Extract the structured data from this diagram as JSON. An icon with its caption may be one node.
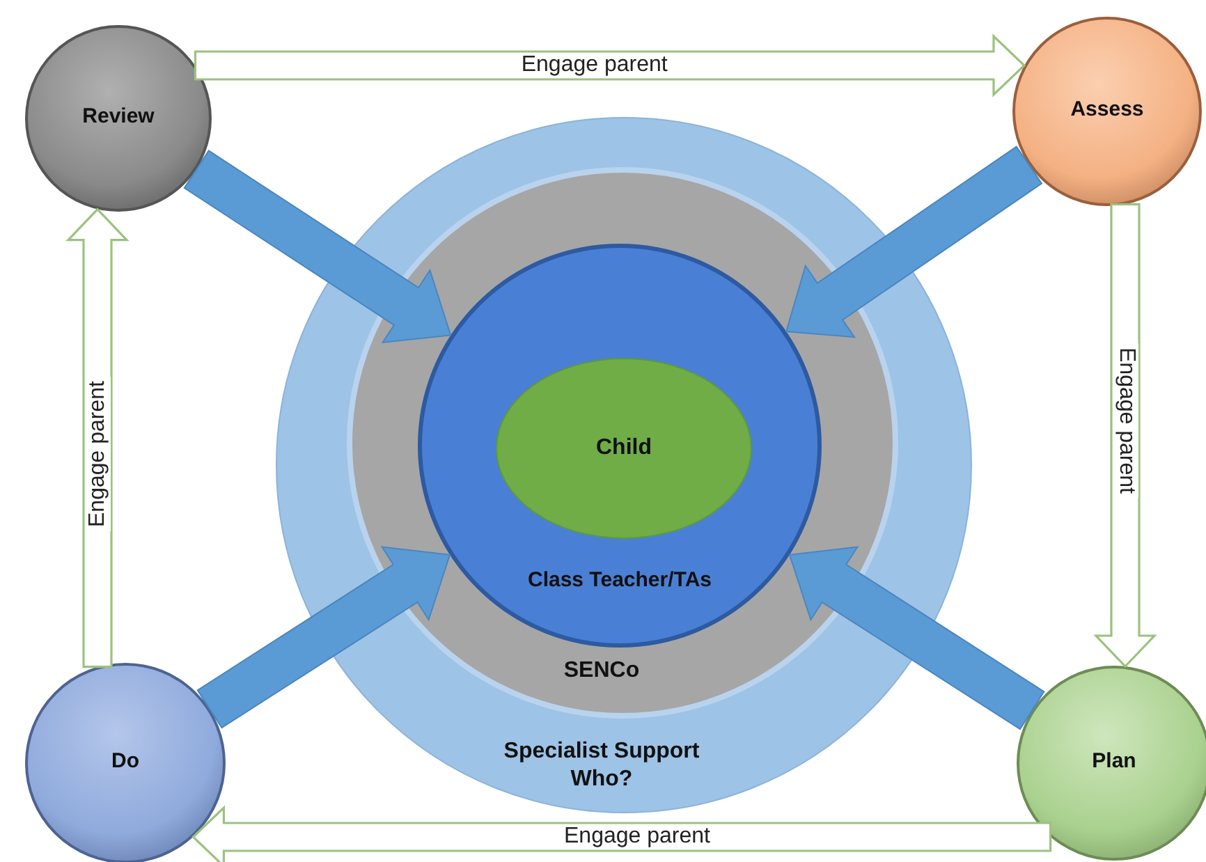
{
  "diagram": {
    "nodes": [
      {
        "text": [
          "Review"
        ]
      },
      {
        "text": [
          "Assess"
        ]
      },
      {
        "text": [
          "Plan"
        ]
      },
      {
        "text": [
          "Do"
        ]
      },
      {
        "text": [
          "Specialist Support Who?"
        ]
      },
      {
        "text": [
          "SENCo"
        ],
        "in": 4
      },
      {
        "text": [
          "Class Teacher/TAs"
        ],
        "in": 5
      },
      {
        "text": [
          "Child"
        ],
        "in": 6
      }
    ],
    "edges": [
      {
        "from": 0,
        "to": 1,
        "arrow": "to",
        "label": "Engage parent"
      },
      {
        "from": 1,
        "to": 2,
        "arrow": "to",
        "label": "Engage  parent"
      },
      {
        "from": 2,
        "to": 3,
        "arrow": "to",
        "label": "Engage parent"
      },
      {
        "from": 3,
        "to": 0,
        "arrow": "to",
        "label": "Engage parent"
      },
      {
        "from": 0,
        "to": 6,
        "arrow": "to",
        "style": "thick",
        "color": "#5b9bd5"
      },
      {
        "from": 1,
        "to": 6,
        "arrow": "to",
        "style": "thick",
        "color": "#5b9bd5"
      },
      {
        "from": 2,
        "to": 6,
        "arrow": "to",
        "style": "thick",
        "color": "#5b9bd5"
      },
      {
        "from": 3,
        "to": 6,
        "arrow": "to",
        "style": "thick",
        "color": "#5b9bd5"
      }
    ]
  }
}
